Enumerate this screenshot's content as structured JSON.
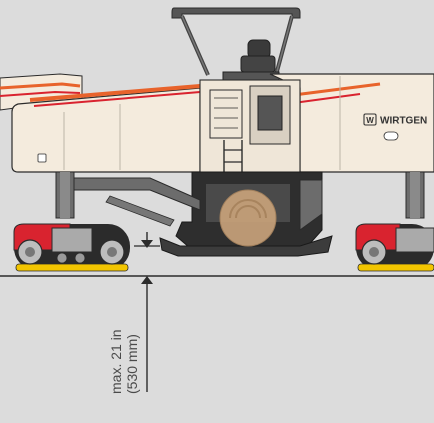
{
  "diagram": {
    "brand_label": "WIRTGEN",
    "brand_mark": "W",
    "dimension": {
      "line1": "max. 21 in",
      "line2": "(530 mm)"
    }
  },
  "colors": {
    "background": "#dcdcdc",
    "body": "#f4ebdd",
    "accent_red": "#d9232f",
    "accent_orange": "#e8632b",
    "track_yellow": "#f2c500",
    "frame_gray": "#6c6c6c",
    "drum_tan": "#c8a27a",
    "outline": "#2b2b2b"
  },
  "icons": {
    "brand": "wirtgen-logo-icon",
    "dimension_arrows": "dimension-arrow-icon"
  }
}
